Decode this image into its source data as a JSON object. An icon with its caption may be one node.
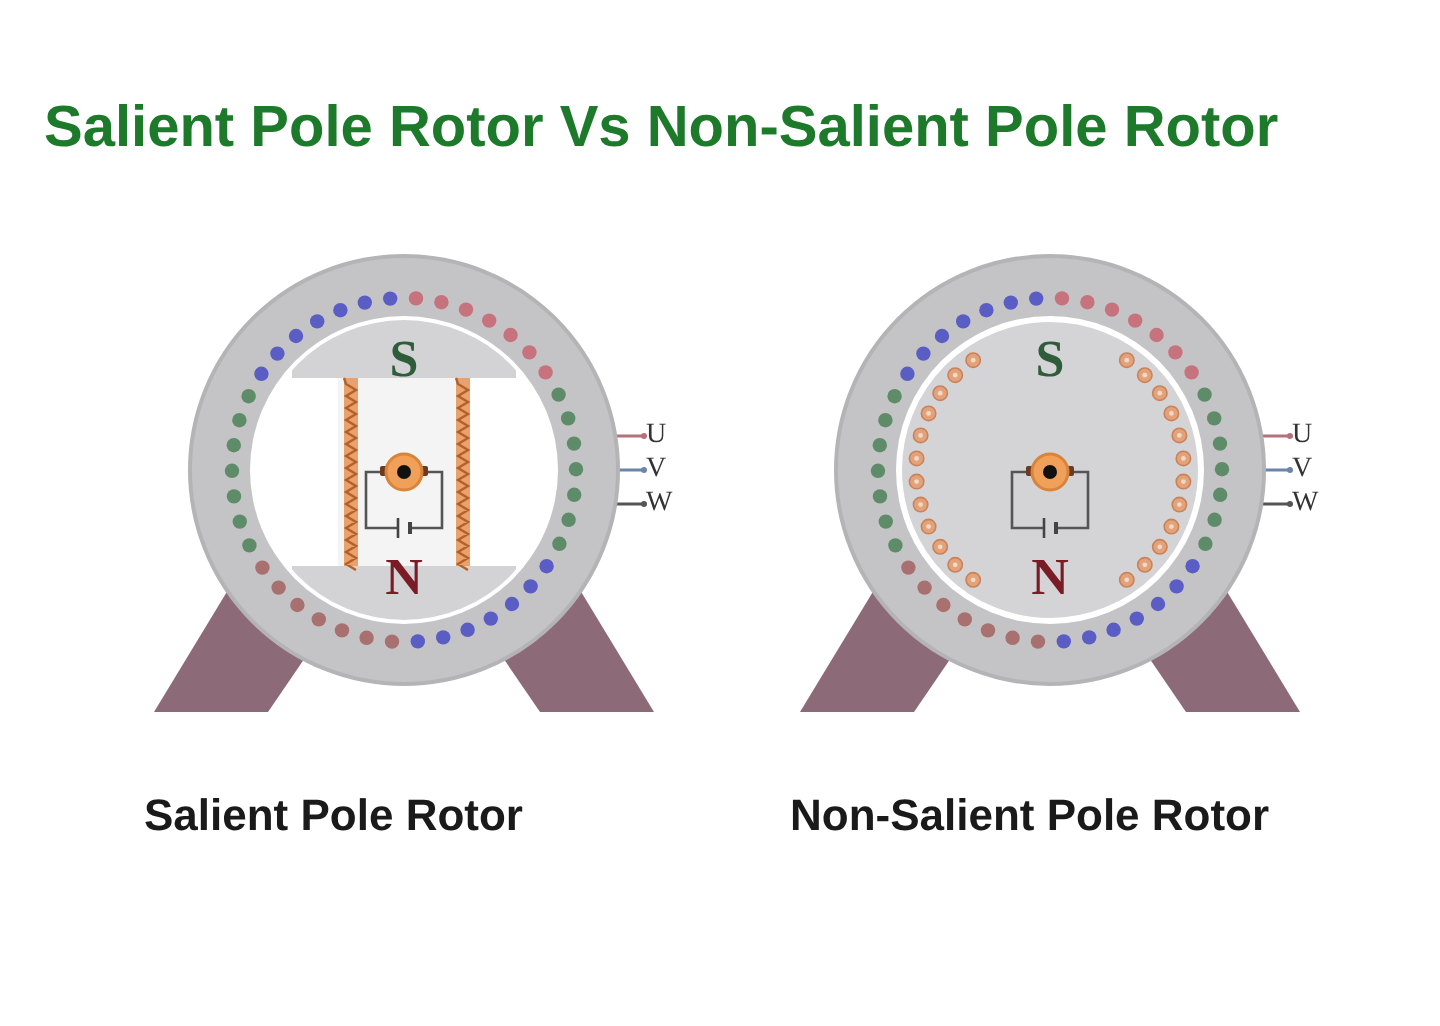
{
  "diagram": {
    "title": "Salient Pole Rotor Vs Non-Salient Pole Rotor",
    "labels": [
      "S",
      "S",
      "U",
      "U",
      "V",
      "V",
      "W",
      "W",
      "N",
      "N",
      "Salient Pole Rotor",
      "Non-Salient Pole Rotor"
    ]
  }
}
